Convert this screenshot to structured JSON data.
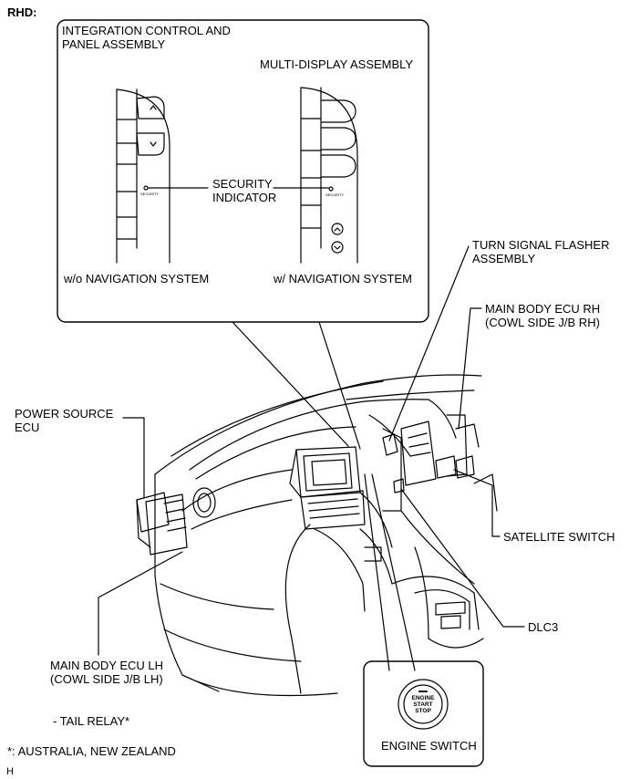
{
  "header": {
    "variant": "RHD:"
  },
  "inset": {
    "title_line1": "INTEGRATION CONTROL AND",
    "title_line2": "PANEL ASSEMBLY",
    "multi_display": "MULTI-DISPLAY ASSEMBLY",
    "security_line1": "SECURITY",
    "security_line2": "INDICATOR",
    "panel_security_text": "SECURITY",
    "wo_nav": "w/o NAVIGATION SYSTEM",
    "w_nav": "w/ NAVIGATION SYSTEM"
  },
  "labels": {
    "turn_signal_line1": "TURN SIGNAL FLASHER",
    "turn_signal_line2": "ASSEMBLY",
    "main_ecu_rh_line1": "MAIN BODY ECU RH",
    "main_ecu_rh_line2": "(COWL SIDE J/B RH)",
    "power_source_line1": "POWER SOURCE",
    "power_source_line2": "ECU",
    "satellite_switch": "SATELLITE SWITCH",
    "dlc3": "DLC3",
    "main_ecu_lh_line1": "MAIN BODY ECU LH",
    "main_ecu_lh_line2": "(COWL SIDE J/B LH)",
    "tail_relay": "- TAIL RELAY*",
    "footnote": "*: AUSTRALIA, NEW ZEALAND",
    "engine_switch": "ENGINE SWITCH",
    "corner": "H"
  },
  "engine_button": {
    "line1": "ENGINE",
    "line2": "START",
    "line3": "STOP"
  }
}
